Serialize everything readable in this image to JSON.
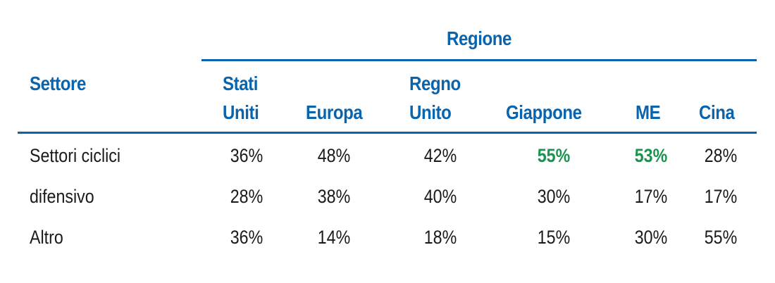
{
  "table": {
    "group_header": "Regione",
    "row_header": "Settore",
    "columns": [
      {
        "line1": "Stati",
        "line2": "Uniti"
      },
      {
        "line1": "",
        "line2": "Europa"
      },
      {
        "line1": "Regno",
        "line2": "Unito"
      },
      {
        "line1": "",
        "line2": "Giappone"
      },
      {
        "line1": "",
        "line2": "ME"
      },
      {
        "line1": "",
        "line2": "Cina"
      }
    ],
    "rows": [
      {
        "label": "Settori ciclici",
        "values": [
          "36%",
          "48%",
          "42%",
          "55%",
          "53%",
          "28%"
        ]
      },
      {
        "label": "difensivo",
        "values": [
          "28%",
          "38%",
          "40%",
          "30%",
          "17%",
          "17%"
        ]
      },
      {
        "label": "Altro",
        "values": [
          "36%",
          "14%",
          "18%",
          "15%",
          "30%",
          "55%"
        ]
      }
    ],
    "highlighted": [
      [
        0,
        3
      ],
      [
        0,
        4
      ]
    ],
    "colors": {
      "header": "#0a64ad",
      "highlight": "#1a9350",
      "text": "#1a1a1a"
    }
  }
}
